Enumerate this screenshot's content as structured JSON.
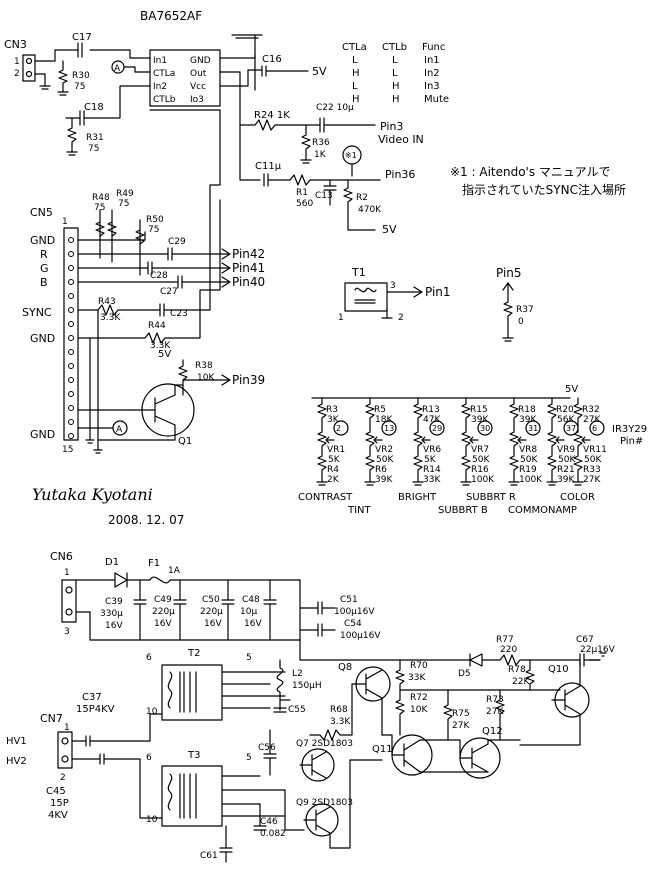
{
  "ic": {
    "part": "BA7652AF",
    "pins_left": [
      "In1",
      "CTLa",
      "In2",
      "CTLb"
    ],
    "pins_right": [
      "GND",
      "Out",
      "Vcc",
      "Io3"
    ]
  },
  "truth_table": {
    "headers": [
      "CTLa",
      "CTLb",
      "Func"
    ],
    "rows": [
      [
        "L",
        "L",
        "In1"
      ],
      [
        "H",
        "L",
        "In2"
      ],
      [
        "L",
        "H",
        "In3"
      ],
      [
        "H",
        "H",
        "Mute"
      ]
    ]
  },
  "note": {
    "marker": "※1",
    "line1": "※1 : Aitendo's マニュアルで",
    "line2": "指示されていたSYNC注入場所"
  },
  "connectors": {
    "cn3": {
      "name": "CN3",
      "p1": "1",
      "p2": "2"
    },
    "cn5": {
      "name": "CN5",
      "pin_first": "1",
      "pin_last": "15",
      "labels": [
        "GND",
        "R",
        "G",
        "B",
        "SYNC",
        "GND",
        "GND"
      ]
    },
    "cn6": {
      "name": "CN6",
      "p1": "1",
      "p3": "3"
    },
    "cn7": {
      "name": "CN7",
      "hv1": "HV1",
      "hv2": "HV2",
      "p1": "1",
      "p2": "2"
    }
  },
  "components": {
    "c17": "C17",
    "r30": "R30",
    "r30v": "75",
    "c18": "C18",
    "r31": "R31",
    "r31v": "75",
    "c16": "C16",
    "v5": "5V",
    "r24": "R24 1K",
    "c22": "C22 10μ",
    "r36": "R36",
    "r36v": "1K",
    "c11": "C11μ",
    "r1": "R1",
    "r1v": "560",
    "c13": "C13",
    "r2": "R2",
    "r2v": "470K",
    "v5b": "5V",
    "pin3": "Pin3",
    "video_in": "Video IN",
    "pin36": "Pin36",
    "r48": "R48 75",
    "r49": "R49 75",
    "r48t": "R48",
    "r49t": "R49",
    "r48v": "75",
    "r49v": "75",
    "r50": "R50",
    "r50v": "75",
    "c29": "C29",
    "c28": "C28",
    "c27": "C27",
    "c23": "C23",
    "r43": "R43",
    "r43v": "3.3K",
    "r44": "R44",
    "r44v": "3.3K",
    "pin42": "Pin42",
    "pin41": "Pin41",
    "pin40": "Pin40",
    "pin39": "Pin39",
    "r38": "R38",
    "r38v": "10K",
    "v5c": "5V",
    "q1": "Q1",
    "t1": "T1",
    "t1p3": "3",
    "t1p1": "1",
    "t1p2": "2",
    "pin1": "Pin1",
    "pin5": "Pin5",
    "r37": "R37",
    "r37v": "0",
    "author": "Yutaka Kyotani",
    "date": "2008. 12. 07",
    "d1": "D1",
    "f1": "F1",
    "f1v": "1A",
    "c39": "C39",
    "c39v": "330μ",
    "c39v2": "16V",
    "c49": "C49",
    "c49v": "220μ",
    "c49v2": "16V",
    "c50": "C50",
    "c50v": "220μ",
    "c50v2": "16V",
    "c48": "C48",
    "c48v": "10μ",
    "c48v2": "16V",
    "c51": "C51",
    "c51v": "100μ16V",
    "c54": "C54",
    "c54v": "100μ16V",
    "r77": "R77",
    "r77v": "220",
    "c67": "C67",
    "c67v": "22μ16V",
    "t2": "T2",
    "t3": "T3",
    "l2": "L2",
    "l2v": "150μH",
    "q8": "Q8",
    "r70": "R70",
    "r70v": "33K",
    "r72": "R72",
    "r72v": "10K",
    "d5": "D5",
    "r78": "R78",
    "r78v": "22K",
    "q10": "Q10",
    "r75": "R75",
    "r75v": "27K",
    "r73": "R73",
    "r73v": "27K",
    "q11": "Q11",
    "q12": "Q12",
    "c55": "C55",
    "r68": "R68",
    "r68v": "3.3K",
    "c37": "C37",
    "c37v": "15P4KV",
    "c45": "C45",
    "c45v": "15P",
    "c45v2": "4KV",
    "c56": "C56",
    "q7": "Q7 2SD1803",
    "q9": "Q9 2SD1803",
    "c46": "C46",
    "c46v": "0.082",
    "c61": "C61",
    "n6a": "6",
    "n10a": "10",
    "n5a": "5",
    "n6b": "6",
    "n10b": "10",
    "n5b": "5"
  },
  "pots": [
    {
      "rt": "R3",
      "rtv": "3K",
      "circ": "2",
      "vr": "VR1",
      "vrv": "5K",
      "rb": "R4",
      "rbv": "2K"
    },
    {
      "rt": "R5",
      "rtv": "18K",
      "circ": "13",
      "vr": "VR2",
      "vrv": "50K",
      "rb": "R6",
      "rbv": "39K"
    },
    {
      "rt": "R13",
      "rtv": "47K",
      "circ": "29",
      "vr": "VR6",
      "vrv": "5K",
      "rb": "R14",
      "rbv": "33K"
    },
    {
      "rt": "R15",
      "rtv": "39K",
      "circ": "30",
      "vr": "VR7",
      "vrv": "50K",
      "rb": "R16",
      "rbv": "100K"
    },
    {
      "rt": "R18",
      "rtv": "39K",
      "circ": "31",
      "vr": "VR8",
      "vrv": "50K",
      "rb": "R19",
      "rbv": "100K"
    },
    {
      "rt": "R20",
      "rtv": "56K",
      "circ": "37",
      "vr": "VR9",
      "vrv": "50K",
      "rb": "R21",
      "rbv": "39K"
    },
    {
      "rt": "R32",
      "rtv": "27K",
      "circ": "6",
      "vr": "VR11",
      "vrv": "50K",
      "rb": "R33",
      "rbv": "27K"
    }
  ],
  "pot_labels": {
    "v5": "5V",
    "ir": "IR3Y29",
    "pinh": "Pin#",
    "contrast": "CONTRAST",
    "tint": "TINT",
    "bright": "BRIGHT",
    "subbrt_r": "SUBBRT R",
    "subbrt_b": "SUBBRT B",
    "color": "COLOR",
    "commonamp": "COMMONAMP"
  },
  "junction_a": "A"
}
